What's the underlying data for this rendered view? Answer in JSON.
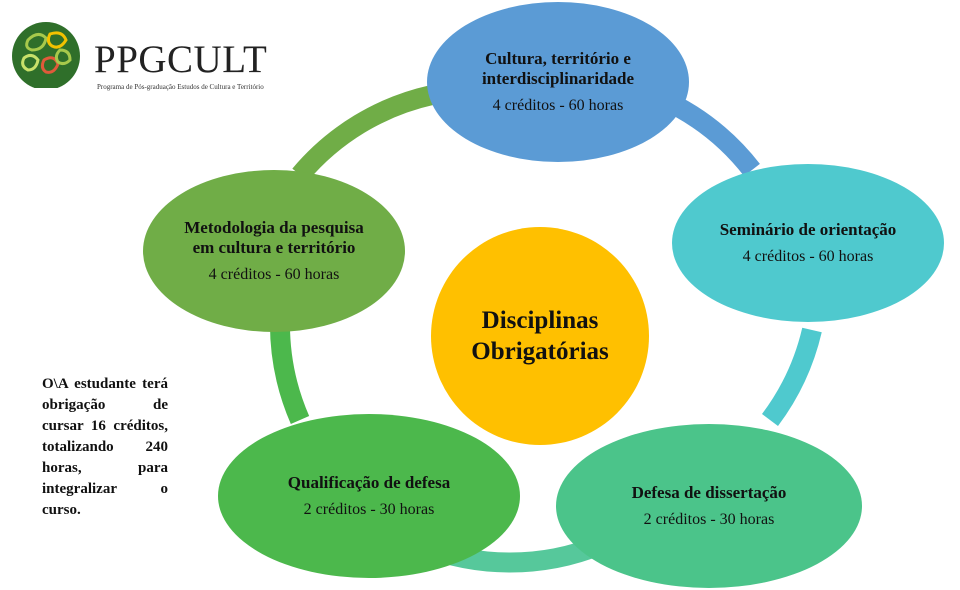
{
  "logo": {
    "name": "PPGCULT",
    "tagline": "Programa de Pós-graduação Estudos de Cultura e Território"
  },
  "center": {
    "title": "Disciplinas Obrigatórias",
    "color": "#FFC000"
  },
  "nodes": [
    {
      "id": "cultura",
      "title": "Cultura, território e interdisciplinaridade",
      "credits": "4 créditos - 60 horas",
      "color": "#5B9BD5"
    },
    {
      "id": "seminario",
      "title": "Seminário de orientação",
      "credits": "4 créditos - 60 horas",
      "color": "#4FC9CE"
    },
    {
      "id": "defesa",
      "title": "Defesa de dissertação",
      "credits": "2 créditos - 30 horas",
      "color": "#4BC48A"
    },
    {
      "id": "qualificacao",
      "title": "Qualificação de defesa",
      "credits": "2 créditos - 30 horas",
      "color": "#4CB84C"
    },
    {
      "id": "metodologia",
      "title": "Metodologia da pesquisa em cultura e território",
      "credits": "4 créditos - 60 horas",
      "color": "#70AD47"
    }
  ],
  "note": "O\\A estudante terá obrigação de cursar 16 créditos, totalizando 240 horas, para integralizar o curso.",
  "colors": {
    "arc_blue": "#5B9BD5",
    "arc_teal": "#4FC9CE",
    "arc_green_light": "#56C89B",
    "arc_green": "#4CB84C",
    "arc_green_dark": "#70AD47"
  }
}
